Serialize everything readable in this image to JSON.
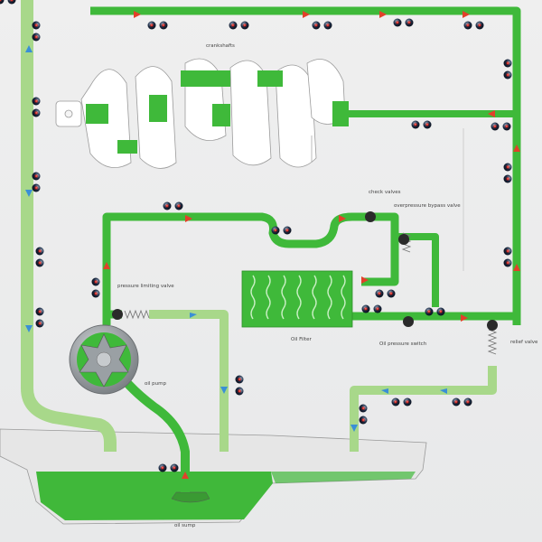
{
  "labels": {
    "crankshafts": "crankshafts",
    "check_valves": "check valves",
    "overpressure_bypass_valve": "overpressure bypass valve",
    "pressure_limiting_valve": "pressure limiting valve",
    "oil_pump": "oil pump",
    "oil_filter": "Oil Filter",
    "oil_pressure_switch": "Oil pressure switch",
    "relief_valve": "relief valve",
    "oil_sump": "oil sump"
  },
  "colors": {
    "oil_green": "#3fb93a",
    "light_green": "#a8d88a",
    "arrow_red": "#e2402a",
    "arrow_blue": "#3a8fd6",
    "valve_dark": "#2a2a2a",
    "pump_grey": "#8f9396"
  },
  "icons": [
    "crankshaft-icon",
    "oil-pump-icon",
    "oil-filter-icon",
    "valve-icon",
    "spring-icon",
    "sump-icon",
    "led-pair-icon",
    "flow-arrow-icon"
  ]
}
